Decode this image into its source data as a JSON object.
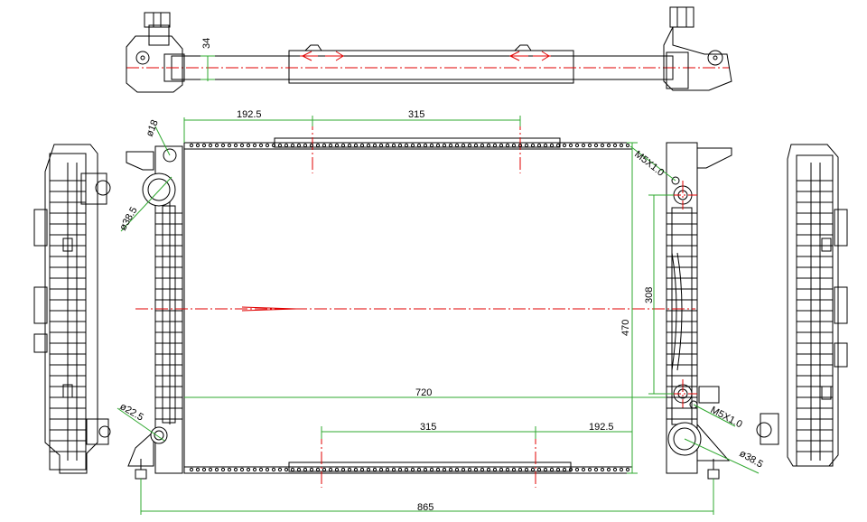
{
  "dimensions": {
    "top_height": "34",
    "core_pitch_left": "192.5",
    "core_pitch_right": "315",
    "bottom_pitch_left": "315",
    "bottom_pitch_right": "192.5",
    "core_width": "720",
    "overall_width": "865",
    "core_height": "470",
    "port_spacing": "308",
    "small_port_top": "ø18",
    "inlet_port": "ø38.5",
    "small_port_bottom": "ø22.5",
    "outlet_port": "ø38.5",
    "thread_top": "M5X1.0",
    "thread_bottom": "M5X1.0"
  },
  "colors": {
    "dimension_line": "#2fa82f",
    "center_line": "#e00000",
    "outline": "#000000"
  }
}
